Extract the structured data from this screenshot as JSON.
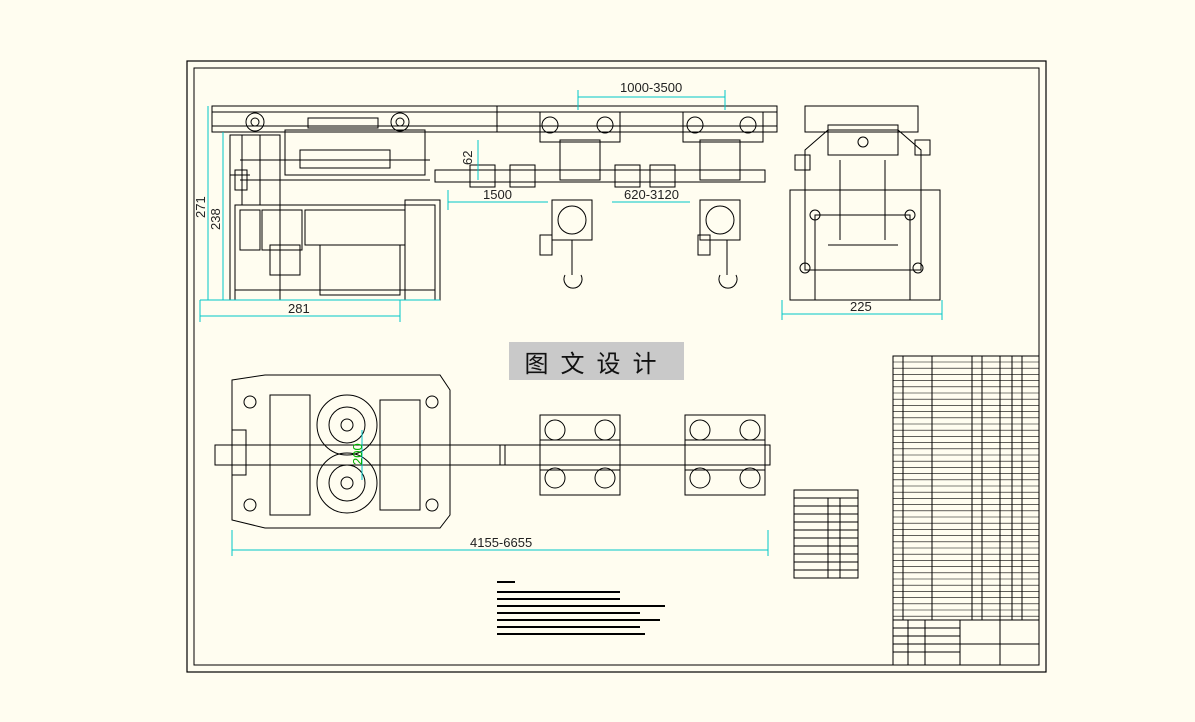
{
  "watermark": "图文设计",
  "dimensions": {
    "span_top": "1000-3500",
    "height_62": "62",
    "height_271": "271",
    "height_238": "238",
    "spacing_1500": "1500",
    "spacing_620_3120": "620-3120",
    "width_281": "281",
    "width_225": "225",
    "mid_200": "200",
    "length_total": "4155-6655"
  },
  "colors": {
    "line": "#000000",
    "dimension": "#00c8c8",
    "dim_text": "#222222",
    "accent": "#00b000",
    "paper": "#fffdf0",
    "watermark_bg": "#c9c9c9"
  }
}
